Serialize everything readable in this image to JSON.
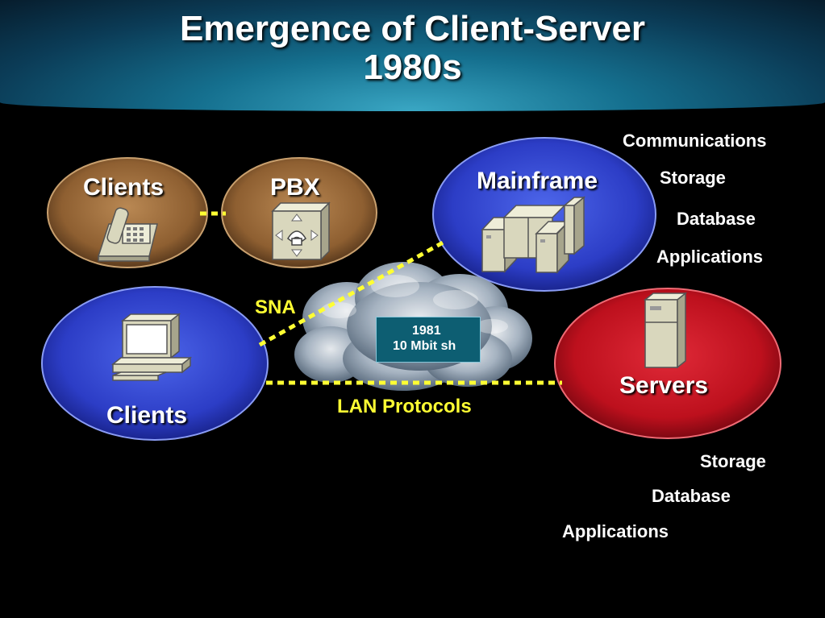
{
  "title": {
    "line1": "Emergence of Client-Server",
    "line2": "1980s"
  },
  "nodes": {
    "phone_clients": "Clients",
    "pbx": "PBX",
    "mainframe": "Mainframe",
    "pc_clients": "Clients",
    "servers": "Servers"
  },
  "links": {
    "sna": "SNA",
    "lan": "LAN Protocols"
  },
  "note": {
    "year": "1981",
    "speed": "10 Mbit sh"
  },
  "mainframe_functions": [
    "Communications",
    "Storage",
    "Database",
    "Applications"
  ],
  "server_functions": [
    "Storage",
    "Database",
    "Applications"
  ],
  "colors": {
    "brown_ellipse": "#9a6a3a",
    "blue_ellipse": "#2d3fc8",
    "red_ellipse": "#c0101e",
    "link_dots": "#ffff33",
    "equipment": "#d9d7bd"
  },
  "icons": [
    "telephone-icon",
    "pbx-icon",
    "mainframe-icon",
    "pc-icon",
    "server-icon",
    "cloud-icon"
  ]
}
